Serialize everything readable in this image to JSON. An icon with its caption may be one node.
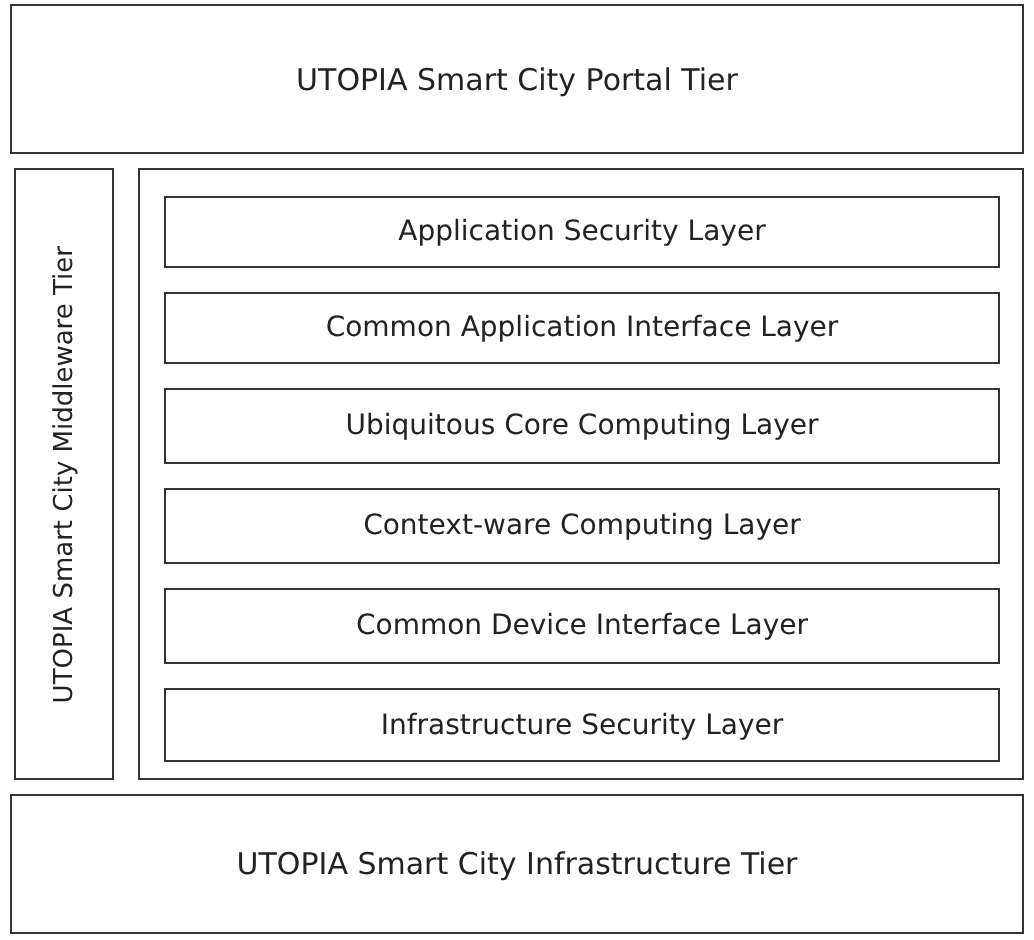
{
  "diagram": {
    "nodes": [
      {
        "text": [
          "UTOPIA Smart City Portal Tier"
        ]
      },
      {
        "text": [
          "UTOPIA Smart City Middleware Tier"
        ]
      },
      {
        "text": [],
        "shape": "box"
      },
      {
        "text": [
          "Application Security Layer"
        ],
        "in": 2
      },
      {
        "text": [
          "Common Application Interface Layer"
        ],
        "in": 2
      },
      {
        "text": [
          "Ubiquitous Core Computing Layer"
        ],
        "in": 2
      },
      {
        "text": [
          "Context-ware Computing Layer"
        ],
        "in": 2
      },
      {
        "text": [
          "Common Device Interface Layer"
        ],
        "in": 2
      },
      {
        "text": [
          "Infrastructure Security Layer"
        ],
        "in": 2
      },
      {
        "text": [
          "UTOPIA Smart City Infrastructure Tier"
        ]
      }
    ]
  }
}
